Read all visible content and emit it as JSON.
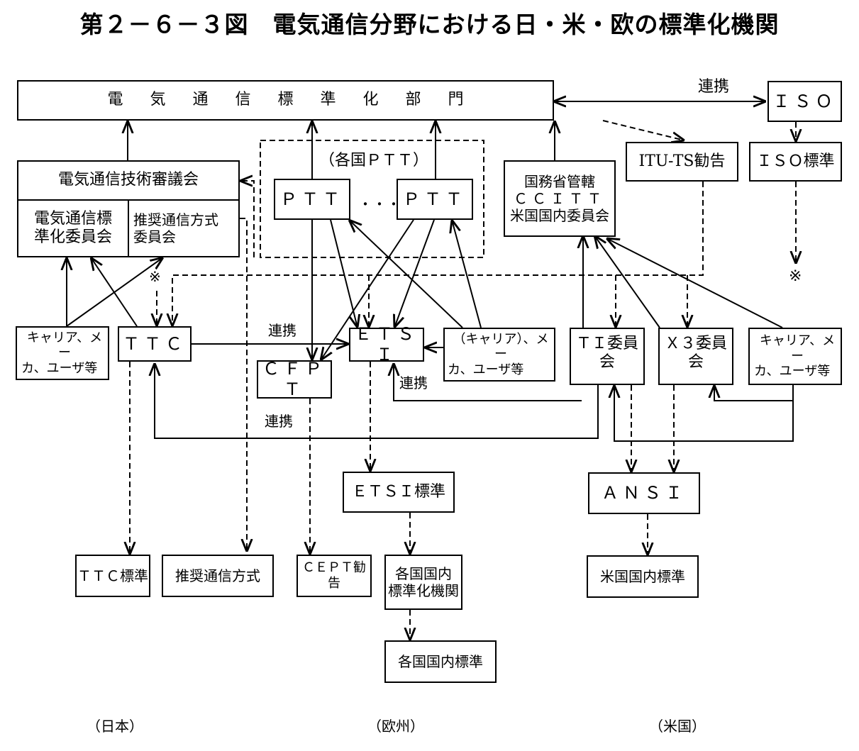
{
  "title": "第２－６－３図　電気通信分野における日・米・欧の標準化機関",
  "top_bar": "電気通信標準化部門",
  "iso": "ＩＳＯ",
  "iso_standard": "ＩＳＯ標準",
  "itu_ts_rec": "ITU-TS勧告",
  "link_label": "連携",
  "note_mark": "※",
  "japan": {
    "council": "電気通信技術審議会",
    "std_committee": [
      "電気通信標",
      "準化委員会"
    ],
    "rec_committee": [
      "推奨通信方式",
      "委員会"
    ],
    "ttc": "ＴＴＣ",
    "stakeholders": [
      "キャリア、メー",
      "カ、ユーザ等"
    ],
    "ttc_standard": "ＴＴＣ標準",
    "rec_system": "推奨通信方式"
  },
  "europe": {
    "ptt_group": "（各国ＰＴＴ）",
    "ptt": "ＰＴＴ",
    "ellipsis": "・・・",
    "etsi": "ＥＴＳＩ",
    "cfpt": "ＣＦＰＴ",
    "stakeholders": [
      "（キャリア）、メー",
      "カ、ユーザ等"
    ],
    "etsi_standard": "ＥＴＳＩ標準",
    "cept_rec": "ＣＥＰＴ勧告",
    "national_bodies": [
      "各国国内",
      "標準化機関"
    ],
    "national_standard": "各国国内標準"
  },
  "us": {
    "state_dept": [
      "国務省管轄",
      "ＣＣＩＴＴ",
      "米国国内委員会"
    ],
    "t1": "ＴＩ委員会",
    "x3": "Ｘ３委員会",
    "stakeholders": [
      "キャリア、メー",
      "カ、ユーザ等"
    ],
    "ansi": "ＡＮＳＩ",
    "us_standard": "米国国内標準"
  },
  "regions": [
    "（日本）",
    "（欧州）",
    "（米国）"
  ]
}
